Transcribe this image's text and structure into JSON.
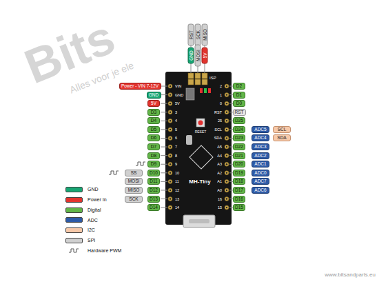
{
  "diagram": {
    "nodes": [
      {
        "text": [
          "RST"
        ]
      },
      {
        "text": [
          "SCK"
        ]
      },
      {
        "text": [
          "MISO"
        ]
      },
      {
        "text": [
          "GND"
        ]
      },
      {
        "text": [
          "MOSI"
        ]
      },
      {
        "text": [
          "5V"
        ]
      },
      {
        "text": [
          "Power - VIN 7-12V"
        ]
      },
      {
        "text": [
          "GND"
        ]
      },
      {
        "text": [
          "5V"
        ]
      },
      {
        "text": [
          "D3"
        ]
      },
      {
        "text": [
          "D4"
        ]
      },
      {
        "text": [
          "D5"
        ]
      },
      {
        "text": [
          "D6"
        ]
      },
      {
        "text": [
          "D7"
        ]
      },
      {
        "text": [
          "D8"
        ]
      },
      {
        "text": [
          "D9"
        ]
      },
      {
        "text": [
          "SS"
        ]
      },
      {
        "text": [
          "D10"
        ]
      },
      {
        "text": [
          "MOSI"
        ]
      },
      {
        "text": [
          "D11"
        ]
      },
      {
        "text": [
          "MISO"
        ]
      },
      {
        "text": [
          "D12"
        ]
      },
      {
        "text": [
          "SCK"
        ]
      },
      {
        "text": [
          "D13"
        ]
      },
      {
        "text": [
          "D14"
        ]
      },
      {
        "text": [
          "D2"
        ]
      },
      {
        "text": [
          "D1"
        ]
      },
      {
        "text": [
          "D0"
        ]
      },
      {
        "text": [
          "RST"
        ]
      },
      {
        "text": [
          "D25"
        ]
      },
      {
        "text": [
          "D24"
        ]
      },
      {
        "text": [
          "ADC5"
        ]
      },
      {
        "text": [
          "SCL"
        ]
      },
      {
        "text": [
          "D23"
        ]
      },
      {
        "text": [
          "ADC4"
        ]
      },
      {
        "text": [
          "SDA"
        ]
      },
      {
        "text": [
          "D22"
        ]
      },
      {
        "text": [
          "ADC3"
        ]
      },
      {
        "text": [
          "D21"
        ]
      },
      {
        "text": [
          "ADC2"
        ]
      },
      {
        "text": [
          "D20"
        ]
      },
      {
        "text": [
          "ADC1"
        ]
      },
      {
        "text": [
          "D19"
        ]
      },
      {
        "text": [
          "ADC0"
        ]
      },
      {
        "text": [
          "D18"
        ]
      },
      {
        "text": [
          "ADC7"
        ]
      },
      {
        "text": [
          "D17"
        ]
      },
      {
        "text": [
          "ADC6"
        ]
      },
      {
        "text": [
          "D16"
        ]
      },
      {
        "text": [
          "D15"
        ]
      }
    ],
    "labels": [
      "VIN",
      "GND",
      "5V",
      "3",
      "4",
      "5",
      "6",
      "7",
      "8",
      "9",
      "10",
      "11",
      "12",
      "13",
      "14",
      "2",
      "1",
      "0",
      "RST",
      "25",
      "SCL",
      "SDA",
      "A5",
      "A4",
      "A3",
      "A2",
      "A1",
      "A0",
      "16",
      "15",
      "RESET",
      "ISP",
      "MH-Tiny",
      "Bits",
      "Alles voor je ele",
      "www.bitsandparts.eu"
    ],
    "legend": [
      {
        "text": "GND",
        "color": "#17a673"
      },
      {
        "text": "Power In",
        "color": "#e2342e"
      },
      {
        "text": "Digital",
        "color": "#62b548"
      },
      {
        "text": "ADC",
        "color": "#2d5aa6"
      },
      {
        "text": "I2C",
        "color": "#f7c9a9"
      },
      {
        "text": "SPI",
        "color": "#d0d0d0"
      },
      {
        "text": "Hardware PWM"
      }
    ]
  }
}
